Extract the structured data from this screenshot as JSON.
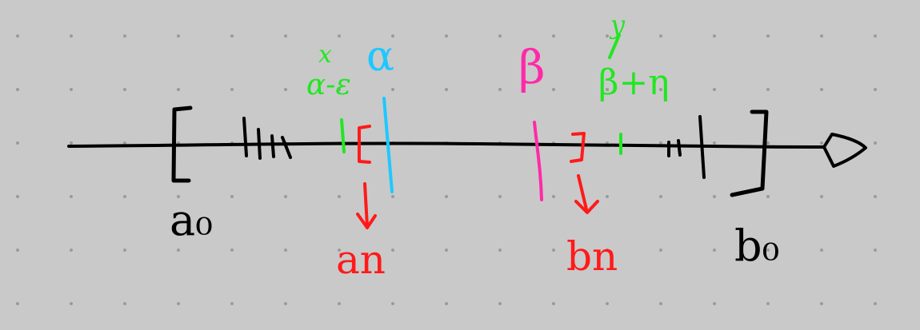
{
  "colors": {
    "background": "#c9c9c9",
    "grid_dot": "#9a9a9a",
    "ink_black": "#000000",
    "ink_red": "#ff1a1a",
    "ink_cyan": "#1ec8ff",
    "ink_magenta": "#ff2aa8",
    "ink_green": "#22e622"
  },
  "labels": {
    "a0": "a₀",
    "b0": "b₀",
    "an": "an",
    "bn": "bn",
    "alpha": "α",
    "beta": "β",
    "alpha_minus_eps": "α-ε",
    "beta_plus_eta": "β+η",
    "x": "x",
    "y": "y"
  },
  "icons": {
    "axis_arrow": "arrow-head-icon"
  }
}
